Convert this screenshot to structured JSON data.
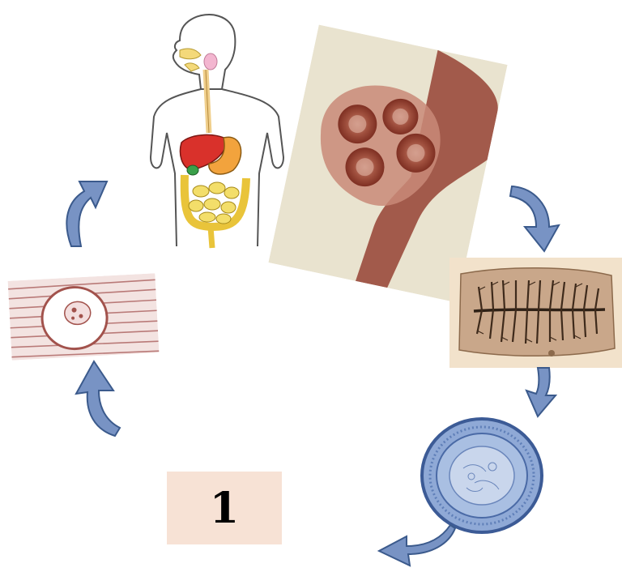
{
  "diagram": {
    "stage_label": "1",
    "stages": [
      {
        "name": "human-digestive-system"
      },
      {
        "name": "scolex-with-suckers"
      },
      {
        "name": "gravid-proglottid"
      },
      {
        "name": "egg"
      },
      {
        "name": "cysticercus-in-muscle"
      }
    ],
    "colors": {
      "arrow_fill": "#7893c4",
      "arrow_stroke": "#3b5a8c",
      "label_box": "#f7e2d5",
      "scolex_tissue": "#9a4a3c",
      "proglottid_bg": "#c9a78a",
      "egg_blue": "#5f7fb8"
    }
  }
}
